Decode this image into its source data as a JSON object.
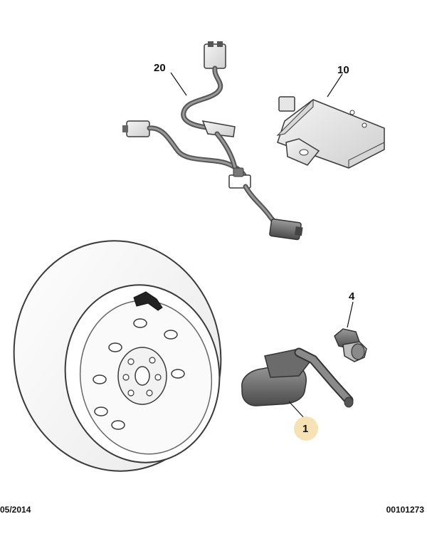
{
  "parts": [
    {
      "label": "20",
      "name": "wiring harness"
    },
    {
      "label": "10",
      "name": "control module"
    },
    {
      "label": "4",
      "name": "valve nut"
    },
    {
      "label": "1",
      "name": "tire pressure sensor"
    }
  ],
  "footer": {
    "date": "05/2014",
    "reference": "00101273"
  },
  "colors": {
    "outline": "#3a3a3a",
    "highlight": "#f7e2b5"
  }
}
